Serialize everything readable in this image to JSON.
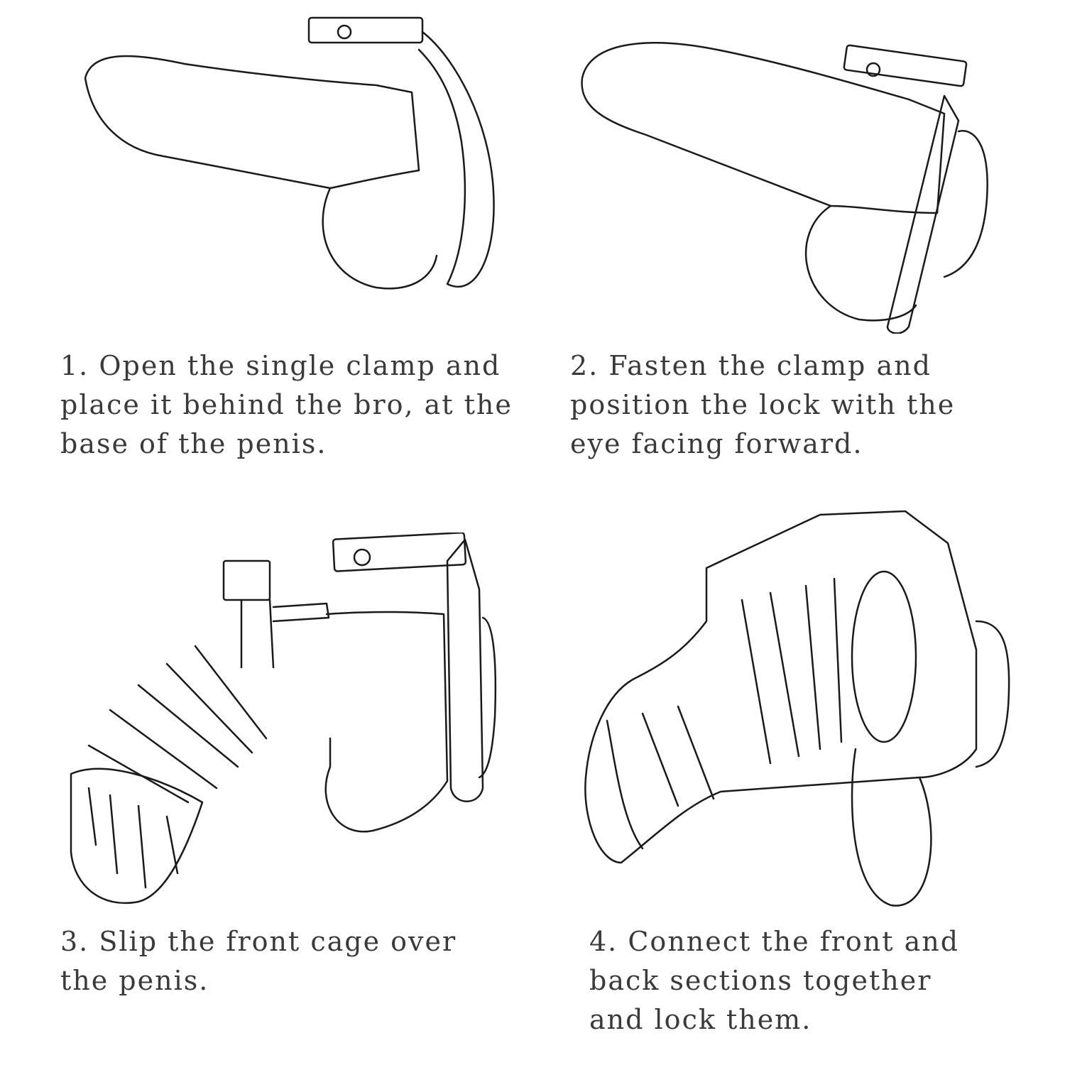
{
  "steps": [
    {
      "number": "1.",
      "lines": [
        "Open the single clamp and",
        "place it behind the bro, at the",
        "base of the penis."
      ]
    },
    {
      "number": "2.",
      "lines": [
        "Fasten the clamp and",
        "position the lock with the",
        "eye facing forward."
      ]
    },
    {
      "number": "3.",
      "lines": [
        "Slip the front cage over",
        "the penis."
      ]
    },
    {
      "number": "4.",
      "lines": [
        "Connect the front and",
        "back sections together",
        "and lock them."
      ]
    }
  ]
}
